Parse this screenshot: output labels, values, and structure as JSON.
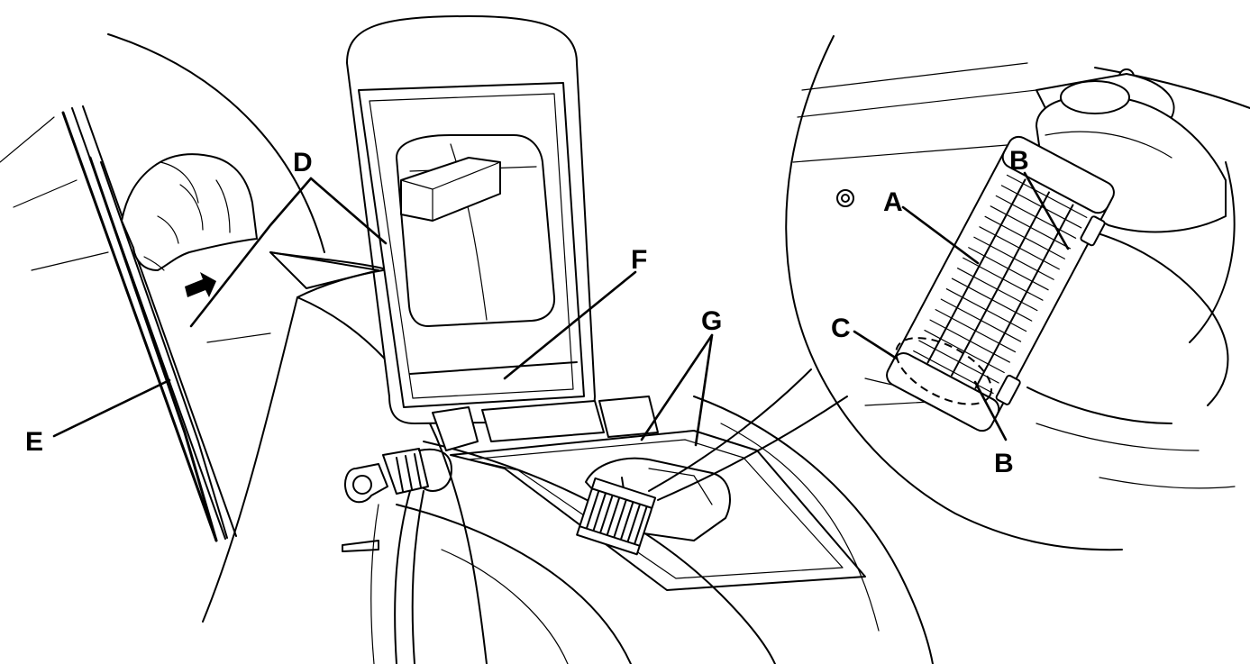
{
  "callouts": {
    "a": "A",
    "b_upper": "B",
    "b_lower": "B",
    "c": "C",
    "d": "D",
    "e": "E",
    "f": "F",
    "g": "G"
  },
  "colors": {
    "line": "#000000",
    "background": "#ffffff"
  }
}
